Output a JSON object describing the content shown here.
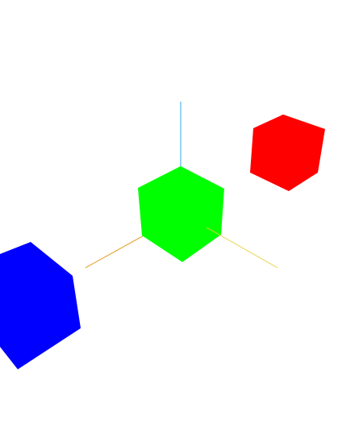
{
  "scene": {
    "background": "#ffffff",
    "axes": {
      "y_axis_color": "#2aa8e0",
      "x_axis_color": "#e8d040",
      "z_axis_color": "#e8a030"
    },
    "cubes": [
      {
        "name": "red-cube",
        "color": "#ff0000"
      },
      {
        "name": "green-cube",
        "color": "#00ff00"
      },
      {
        "name": "blue-cube",
        "color": "#0000ff"
      }
    ]
  }
}
